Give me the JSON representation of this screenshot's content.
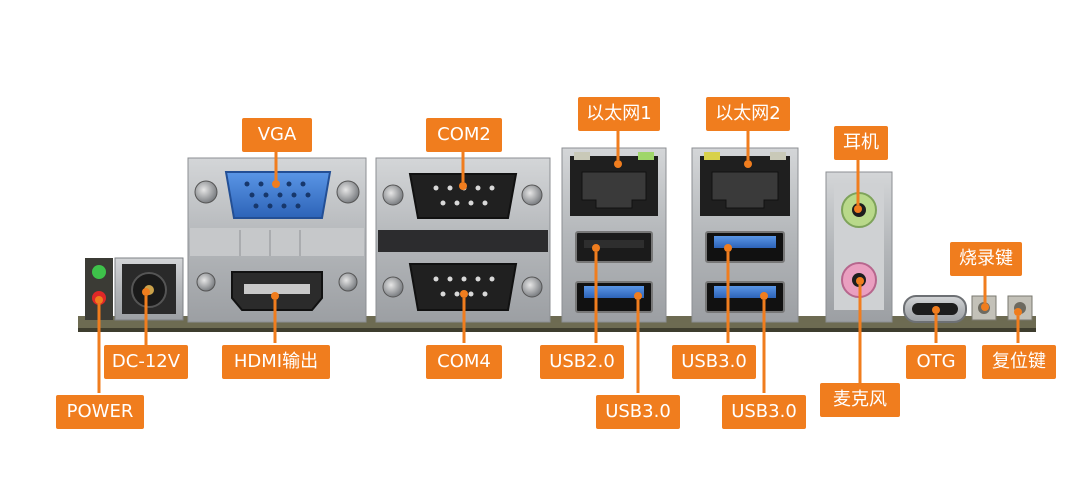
{
  "colors": {
    "label_bg": "#f07d1e",
    "label_text": "#ffffff",
    "line": "#f07d1e",
    "metal": "#b9bcbf",
    "vga_blue": "#3f7fd1",
    "usb3_blue": "#2f6fd8",
    "pcb": "#6a6a4e"
  },
  "labels": {
    "vga": "VGA",
    "com2": "COM2",
    "eth1": "以太网1",
    "eth2": "以太网2",
    "headphone": "耳机",
    "burn_key": "烧录键",
    "dc12v": "DC-12V",
    "hdmi_out": "HDMI输出",
    "com4": "COM4",
    "usb20": "USB2.0",
    "usb30_a": "USB3.0",
    "usb30_b": "USB3.0",
    "usb30_c": "USB3.0",
    "otg": "OTG",
    "reset_key": "复位键",
    "power": "POWER",
    "mic": "麦克风"
  }
}
